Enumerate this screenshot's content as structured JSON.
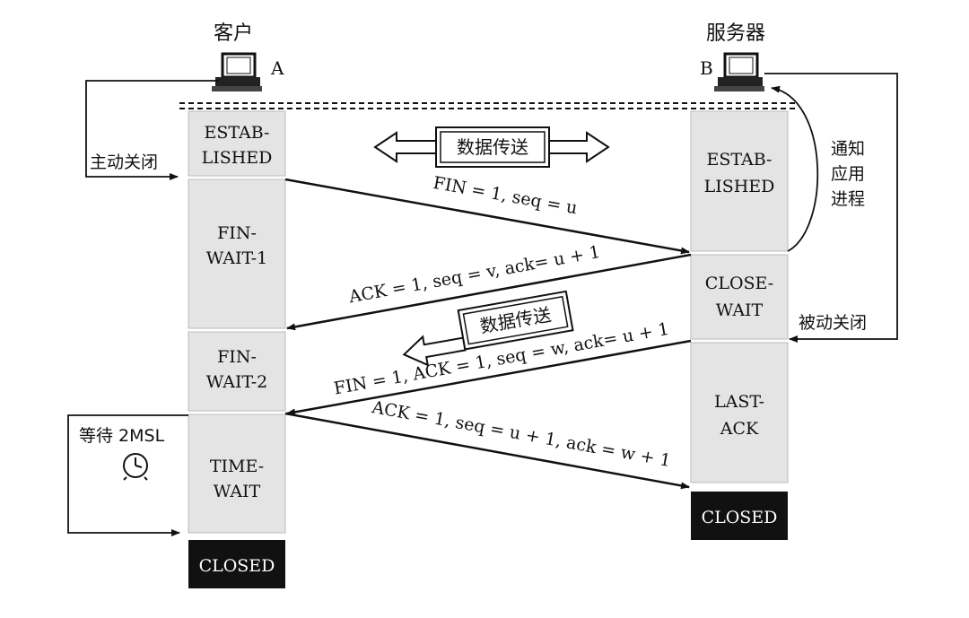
{
  "client": {
    "title": "客户",
    "letter": "A"
  },
  "server": {
    "title": "服务器",
    "letter": "B"
  },
  "client_states": {
    "established": [
      "ESTAB-",
      "LISHED"
    ],
    "fin_wait_1": [
      "FIN-",
      "WAIT-1"
    ],
    "fin_wait_2": [
      "FIN-",
      "WAIT-2"
    ],
    "time_wait": [
      "TIME-",
      "WAIT"
    ],
    "closed": "CLOSED"
  },
  "server_states": {
    "established": [
      "ESTAB-",
      "LISHED"
    ],
    "close_wait": [
      "CLOSE-",
      "WAIT"
    ],
    "last_ack": [
      "LAST-",
      "ACK"
    ],
    "closed": "CLOSED"
  },
  "messages": {
    "fin1": "FIN = 1, seq = u",
    "ack1": "ACK = 1, seq = v, ack= u + 1",
    "fin2": "FIN = 1, ACK = 1, seq = w, ack= u + 1",
    "ack2": "ACK = 1, seq = u + 1, ack = w + 1"
  },
  "data_transfer_top": "数据传送",
  "data_transfer_mid": "数据传送",
  "active_close": "主动关闭",
  "passive_close": "被动关闭",
  "notify_app": [
    "通知",
    "应用",
    "进程"
  ],
  "wait_2msl": "等待 2MSL",
  "clock_icon": "clock-icon",
  "computer_icon": "computer-icon",
  "colors": {
    "state_fill": "#e4e4e4",
    "closed_fill": "#111111",
    "line": "#111111"
  }
}
